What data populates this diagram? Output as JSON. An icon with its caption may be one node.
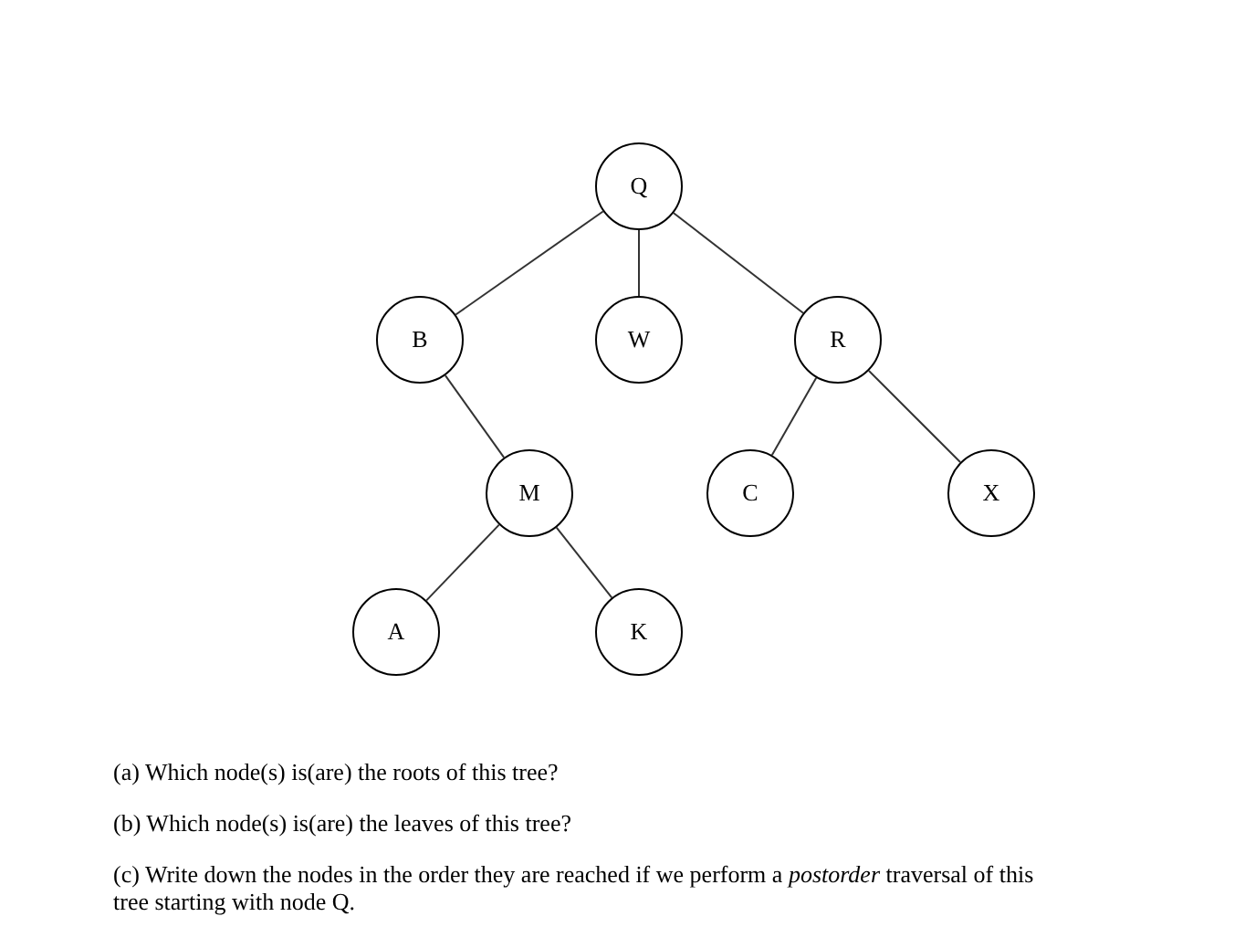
{
  "diagram": {
    "nodes": [
      {
        "text": [
          "Q"
        ]
      },
      {
        "text": [
          "B"
        ]
      },
      {
        "text": [
          "W"
        ]
      },
      {
        "text": [
          "R"
        ]
      },
      {
        "text": [
          "M"
        ]
      },
      {
        "text": [
          "C"
        ]
      },
      {
        "text": [
          "X"
        ]
      },
      {
        "text": [
          "A"
        ]
      },
      {
        "text": [
          "K"
        ]
      }
    ],
    "edges": [
      {
        "from": 0,
        "to": 1,
        "arrow": "none"
      },
      {
        "from": 0,
        "to": 2,
        "arrow": "none"
      },
      {
        "from": 0,
        "to": 3,
        "arrow": "none"
      },
      {
        "from": 1,
        "to": 4,
        "arrow": "none"
      },
      {
        "from": 3,
        "to": 5,
        "arrow": "none"
      },
      {
        "from": 3,
        "to": 6,
        "arrow": "none"
      },
      {
        "from": 4,
        "to": 7,
        "arrow": "none"
      },
      {
        "from": 4,
        "to": 8,
        "arrow": "none"
      }
    ],
    "labels": [
      "(a) Which node(s) is(are) the roots of this tree?",
      "(b) Which node(s) is(are) the leaves of this tree?",
      "(c) Write down the nodes in the order they are reached if we perform a *postorder* traversal of this tree starting with node Q."
    ]
  }
}
